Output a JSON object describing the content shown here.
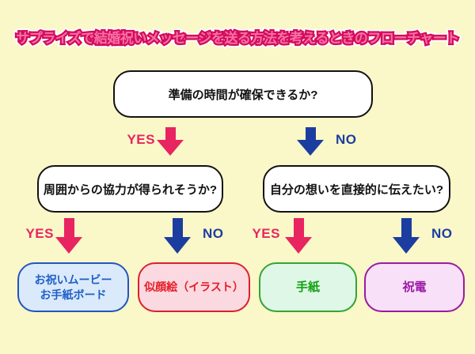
{
  "title": "サプライズで結婚祝いメッセージを送る方法を考えるときのフローチャート",
  "flow": {
    "q1": "準備の時間が確保できるか?",
    "q2": "周囲からの協力が得られそうか?",
    "q3": "自分の想いを直接的に伝えたい?",
    "yes": "YES",
    "no": "NO",
    "results": [
      {
        "lines": [
          "お祝いムービー",
          "お手紙ボード"
        ],
        "bg": "#daeafa",
        "border": "#2355c0",
        "text_color": "#1f5ec7"
      },
      {
        "lines": [
          "似顔絵（イラスト）"
        ],
        "bg": "#fbd9e0",
        "border": "#dc2030",
        "text_color": "#e51d28"
      },
      {
        "lines": [
          "手紙"
        ],
        "bg": "#def7e6",
        "border": "#35a435",
        "text_color": "#13a013"
      },
      {
        "lines": [
          "祝電"
        ],
        "bg": "#f7e0f8",
        "border": "#9a1aa0",
        "text_color": "#9a18a4"
      }
    ]
  },
  "colors": {
    "background": "#faf7c8",
    "title_fill": "#f870a5",
    "title_stroke": "#d30c5c",
    "yes_accent": "#e82560",
    "no_accent": "#1c3da0"
  }
}
